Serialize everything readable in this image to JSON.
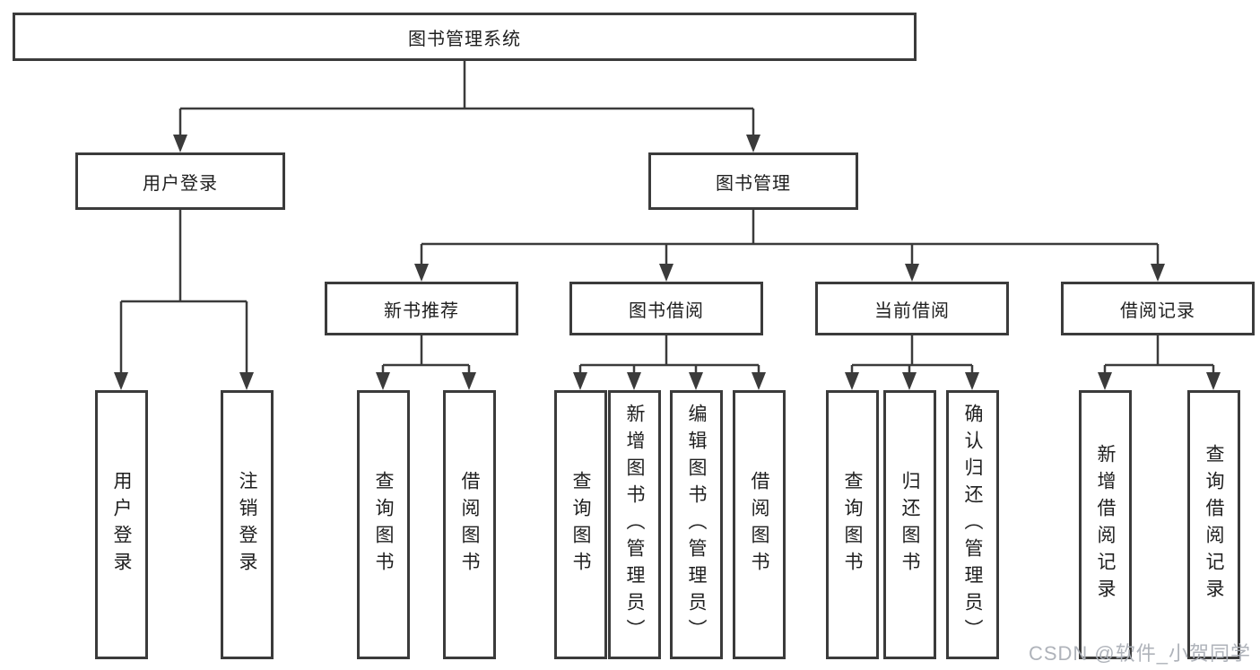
{
  "tree": {
    "label": "图书管理系统",
    "children": [
      {
        "label": "用户登录",
        "children": [
          {
            "label": "用户登录"
          },
          {
            "label": "注销登录"
          }
        ]
      },
      {
        "label": "图书管理",
        "children": [
          {
            "label": "新书推荐",
            "children": [
              {
                "label": "查询图书"
              },
              {
                "label": "借阅图书"
              }
            ]
          },
          {
            "label": "图书借阅",
            "children": [
              {
                "label": "查询图书"
              },
              {
                "label": "新增图书（管理员）"
              },
              {
                "label": "编辑图书（管理员）"
              },
              {
                "label": "借阅图书"
              }
            ]
          },
          {
            "label": "当前借阅",
            "children": [
              {
                "label": "查询图书"
              },
              {
                "label": "归还图书"
              },
              {
                "label": "确认归还（管理员）"
              }
            ]
          },
          {
            "label": "借阅记录",
            "children": [
              {
                "label": "新增借阅记录"
              },
              {
                "label": "查询借阅记录"
              }
            ]
          }
        ]
      }
    ]
  },
  "watermark": "CSDN @软件_小贺同学",
  "colors": {
    "line": "#3b3b3b",
    "box_border": "#3b3b3b",
    "text": "#1f1f1f",
    "watermark": "#abafb6",
    "background": "#ffffff"
  }
}
